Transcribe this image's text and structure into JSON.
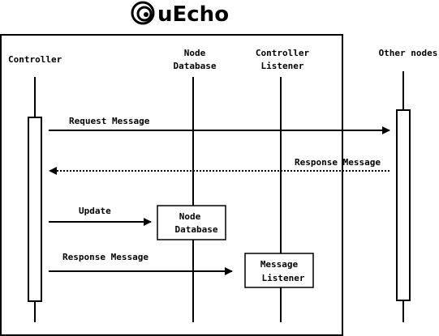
{
  "logo": {
    "text": "uEcho"
  },
  "participants": {
    "controller": "Controller",
    "node_database": [
      "Node",
      "Database"
    ],
    "controller_listener": [
      "Controller",
      "Listener"
    ],
    "other_nodes": "Other nodes"
  },
  "messages": {
    "request": "Request Message",
    "response_in": "Response Message",
    "update": "Update",
    "response_out": "Response Message"
  },
  "boxes": {
    "node_database": [
      "Node",
      "Database"
    ],
    "message_listener": [
      "Message",
      "Listener"
    ]
  }
}
